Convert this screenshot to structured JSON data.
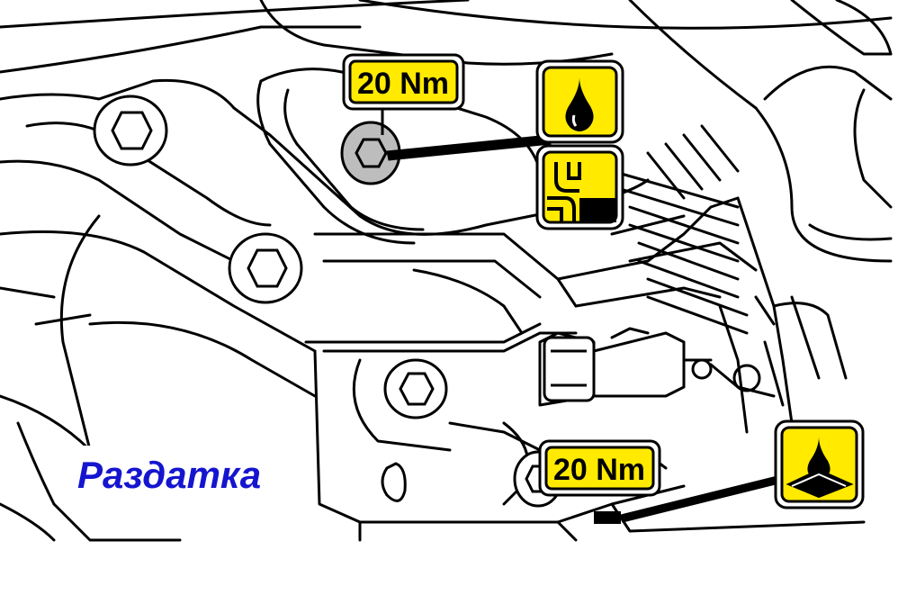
{
  "callouts": {
    "top_torque": "20 Nm",
    "bottom_torque": "20 Nm"
  },
  "title": "Раздатка",
  "colors": {
    "badge_fill": "#ffea00",
    "title": "#1515d0",
    "line": "#000000"
  },
  "icons": {
    "top_oil": "oil-drop-icon",
    "fill_level": "oil-level-pipe-icon",
    "bottom_oil": "oil-drain-icon"
  }
}
